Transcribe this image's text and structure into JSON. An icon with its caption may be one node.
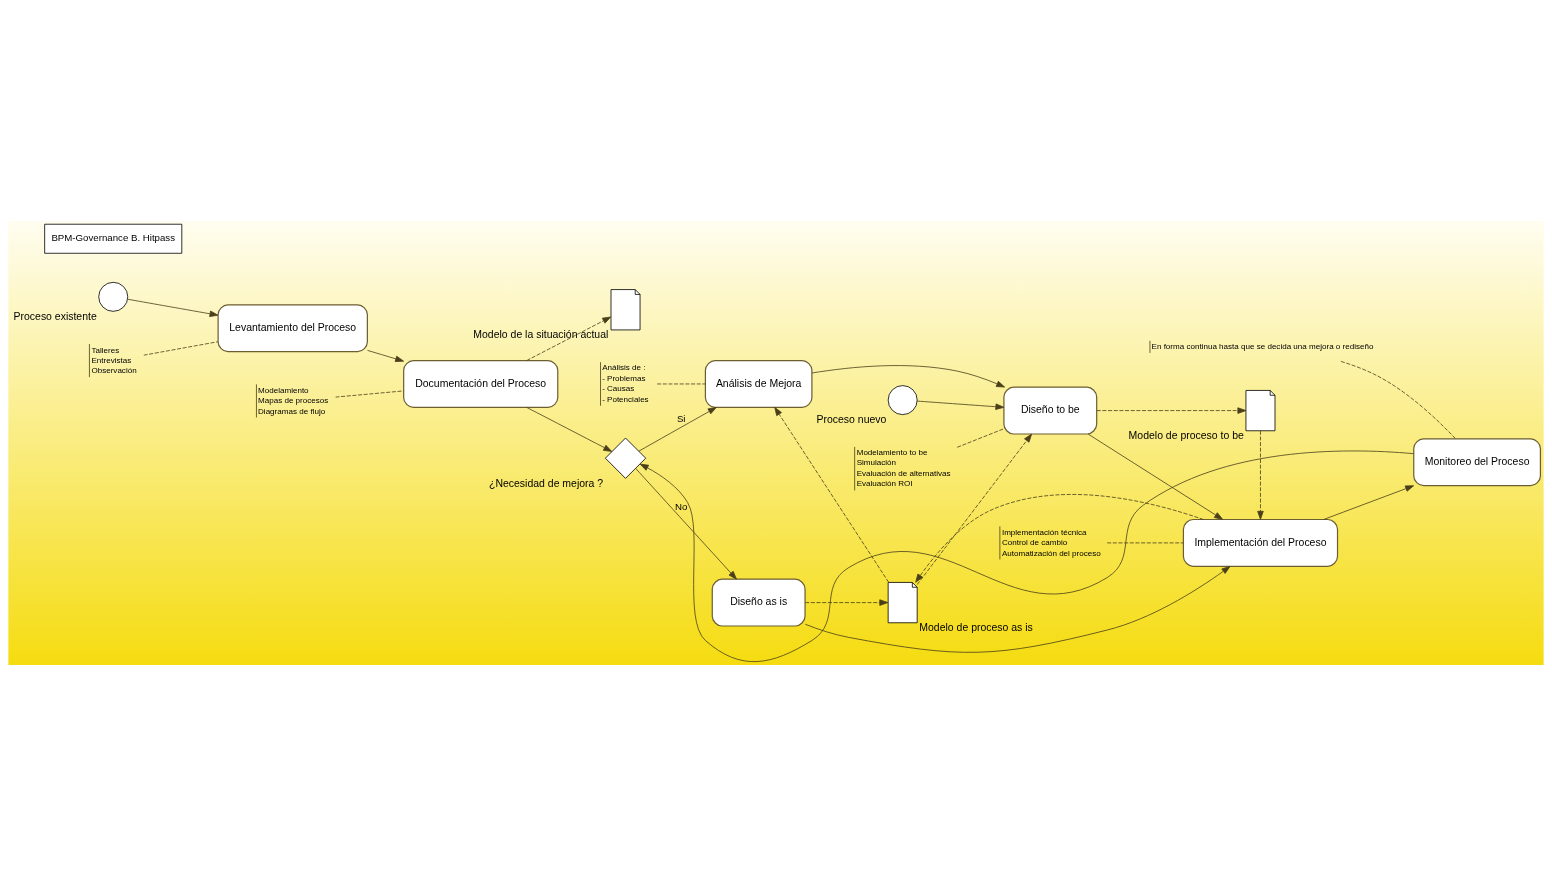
{
  "diagram": {
    "nodes": [
      {
        "text": [
          "Proceso existente"
        ]
      },
      {
        "text": [
          "Levantamiento del Proceso"
        ]
      },
      {
        "text": [
          "Documentación del Proceso"
        ]
      },
      {
        "text": [
          "Modelo de la situación actual"
        ]
      },
      {
        "text": [
          "¿Necesidad de mejora ?"
        ]
      },
      {
        "text": [
          "Análisis de Mejora"
        ]
      },
      {
        "text": [
          "Proceso nuevo"
        ]
      },
      {
        "text": [
          "Diseño as is"
        ]
      },
      {
        "text": [
          "Modelo de proceso as is"
        ]
      },
      {
        "text": [
          "Diseño to be"
        ]
      },
      {
        "text": [
          "Monitoreo del Proceso"
        ]
      },
      {
        "text": [
          "Implementación del Proceso"
        ]
      },
      {
        "text": [
          "Modelo de proceso to be"
        ]
      },
      {
        "text": [
          "Talleres",
          "Entrevistas",
          "Observación"
        ]
      },
      {
        "text": [
          "Modelamiento",
          "Mapas de procesos",
          "Diagramas de flujo"
        ]
      },
      {
        "text": [
          "Análisis de :",
          "- Problemas",
          "- Causas",
          "- Potenciales"
        ]
      },
      {
        "text": [
          "Modelamiento to be",
          "Simulación",
          "Evaluación de alternativas",
          "Evaluación ROI"
        ]
      },
      {
        "text": [
          "En forma continua hasta que se decida una mejora o rediseño"
        ]
      },
      {
        "text": [
          "Implementación técnica",
          "Control de cambio",
          "Automatización del proceso"
        ]
      }
    ],
    "edges": [
      {
        "from": 0,
        "to": 1,
        "arrow": "to"
      },
      {
        "from": 1,
        "to": 2,
        "arrow": "to"
      },
      {
        "from": 2,
        "to": 4,
        "arrow": "to"
      },
      {
        "from": 2,
        "to": 3,
        "arrow": "to",
        "style": "dashed"
      },
      {
        "from": 4,
        "to": 5,
        "arrow": "to",
        "label": "Si"
      },
      {
        "from": 4,
        "to": 7,
        "arrow": "to",
        "label": "No"
      },
      {
        "from": 5,
        "to": 9,
        "arrow": "to"
      },
      {
        "from": 6,
        "to": 9,
        "arrow": "to"
      },
      {
        "from": 7,
        "to": 8,
        "arrow": "to",
        "style": "dashed"
      },
      {
        "from": 7,
        "to": 11,
        "arrow": "to"
      },
      {
        "from": 8,
        "to": 5,
        "arrow": "to",
        "style": "dashed"
      },
      {
        "from": 11,
        "to": 8,
        "arrow": "to",
        "style": "dashed"
      },
      {
        "from": 8,
        "to": 9,
        "arrow": "to",
        "style": "dashed"
      },
      {
        "from": 9,
        "to": 12,
        "arrow": "to",
        "style": "dashed"
      },
      {
        "from": 12,
        "to": 11,
        "arrow": "to",
        "style": "dashed"
      },
      {
        "from": 9,
        "to": 11,
        "arrow": "to"
      },
      {
        "from": 11,
        "to": 10,
        "arrow": "to"
      },
      {
        "from": 10,
        "to": 4,
        "arrow": "to"
      },
      {
        "from": 13,
        "to": 1,
        "arrow": "none",
        "style": "dashed"
      },
      {
        "from": 14,
        "to": 2,
        "arrow": "none",
        "style": "dashed"
      },
      {
        "from": 15,
        "to": 5,
        "arrow": "none",
        "style": "dashed"
      },
      {
        "from": 16,
        "to": 9,
        "arrow": "none",
        "style": "dashed"
      },
      {
        "from": 17,
        "to": 10,
        "arrow": "none",
        "style": "dashed"
      },
      {
        "from": 18,
        "to": 11,
        "arrow": "none",
        "style": "dashed"
      }
    ],
    "labels": [
      "BPM-Governance B. Hitpass"
    ]
  }
}
